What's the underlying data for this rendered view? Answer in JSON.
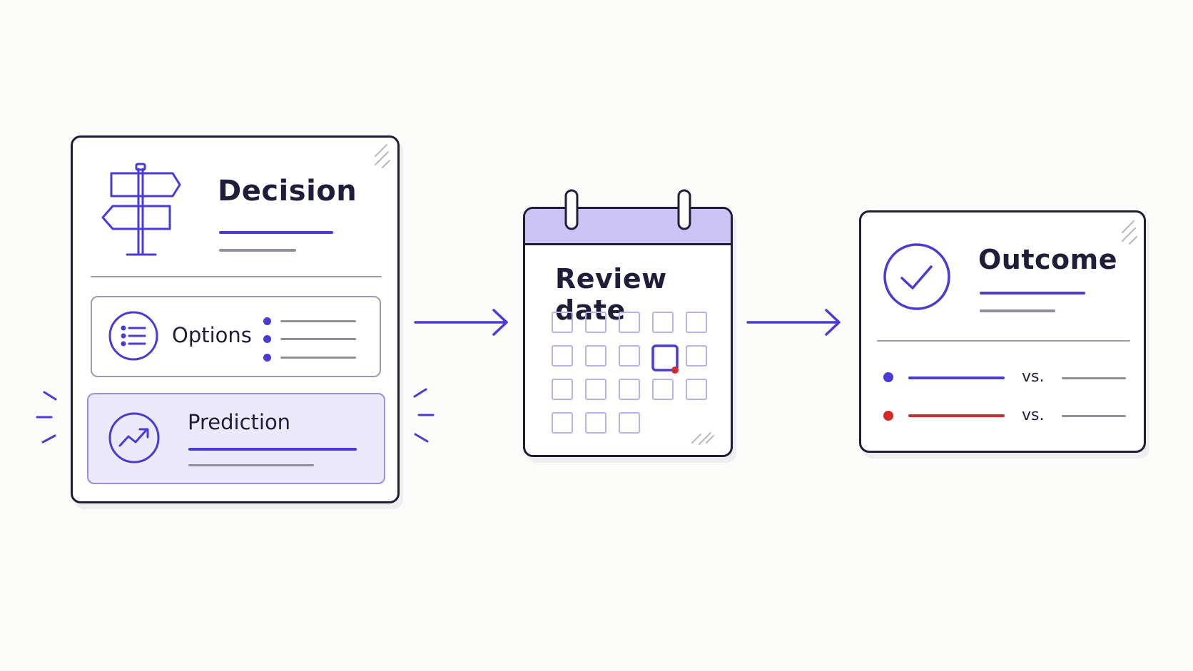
{
  "colors": {
    "ink": "#1e1d3a",
    "accent": "#4a3ad6",
    "accent_light": "#ece9fb",
    "header_fill": "#cbc4f5",
    "gray": "#8e8f9a",
    "red": "#d42a2a",
    "background": "#fbfbfa"
  },
  "decision": {
    "title": "Decision",
    "icon": "signpost-icon",
    "options": {
      "label": "Options",
      "icon": "list-icon"
    },
    "prediction": {
      "label": "Prediction",
      "icon": "trend-up-icon"
    }
  },
  "calendar": {
    "title": "Review date",
    "icon": "calendar-icon"
  },
  "outcome": {
    "title": "Outcome",
    "icon": "check-circle-icon",
    "rows": [
      {
        "vs_label": "vs.",
        "marker_color": "#4a3ad6"
      },
      {
        "vs_label": "vs.",
        "marker_color": "#d42a2a"
      }
    ]
  }
}
